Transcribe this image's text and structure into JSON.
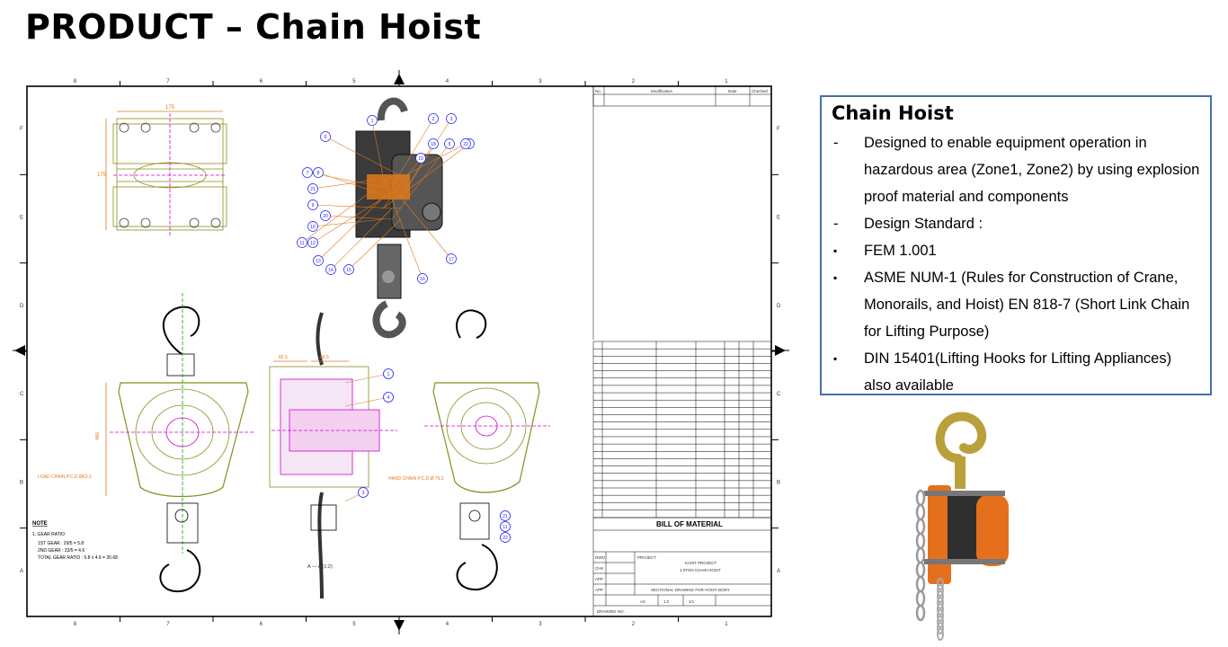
{
  "page": {
    "title": "PRODUCT – Chain Hoist"
  },
  "drawing": {
    "zone_numbers_top": [
      "8",
      "7",
      "6",
      "5",
      "4",
      "3",
      "2",
      "1"
    ],
    "zone_letters_left": [
      "F",
      "E",
      "D",
      "C",
      "B",
      "A"
    ],
    "dims": {
      "top_width": "175",
      "left_height": "175",
      "front_height": "485",
      "side_left": "82.5",
      "side_right": "66.5"
    },
    "callouts_hoist": [
      "1",
      "2",
      "3",
      "4",
      "5",
      "6",
      "7",
      "8",
      "9",
      "10",
      "11",
      "12",
      "13",
      "14",
      "15",
      "16",
      "17",
      "18",
      "19",
      "20",
      "21",
      "22"
    ],
    "labels": {
      "load_chain": "LOAD CHAIN P.C.D Ø63.3",
      "hand_chain": "HAND CHAIN P.C.D Ø 79.2",
      "section": "A — A (1:2)"
    },
    "note": {
      "heading": "NOTE",
      "lines": [
        "1. GEAR RATIO",
        "1ST GEAR : 29/5 = 5.8",
        "2ND GEAR : 23/5 = 4.6",
        "TOTAL GEAR RATIO : 5.8 x 4.6 = 26.68"
      ]
    },
    "title_block": {
      "bom_heading": "BILL OF MATERIAL",
      "project_label": "PROJECT",
      "project_name": "KAIST PROJECT",
      "project_sub": "1.0TON CHAIN HOIST",
      "drawing_title": "SECTIONAL DRAWING FOR HOIST BODY",
      "row_labels": [
        "DWN",
        "CHK",
        "APP",
        "APP"
      ],
      "scale": "1:2",
      "sheet": "1/1",
      "size": "A3",
      "dwg_no": "DRAWING NO."
    },
    "revision_header": {
      "no": "No.",
      "desc": "Modification",
      "date": "Date",
      "chk": "Checked"
    }
  },
  "info": {
    "title": "Chain Hoist",
    "items": [
      {
        "marker": "-",
        "type": "dash",
        "text": "Designed to enable equipment operation in hazardous area (Zone1, Zone2) by using explosion proof material and components"
      },
      {
        "marker": "-",
        "type": "dash",
        "text": "Design Standard :"
      },
      {
        "marker": "▪",
        "type": "sq",
        "text": "FEM 1.001"
      },
      {
        "marker": "▪",
        "type": "sq",
        "text": "ASME NUM-1 (Rules for Construction of Crane, Monorails, and Hoist) EN 818-7 (Short Link Chain for Lifting Purpose)"
      },
      {
        "marker": "▪",
        "type": "sq",
        "text": "DIN 15401(Lifting Hooks for Lifting Appliances) also available"
      }
    ]
  },
  "colors": {
    "frame": "#000000",
    "accent_box": "#4a6fa5",
    "cad_yellow": "#8c8c1e",
    "cad_magenta": "#d400d4",
    "cad_orange": "#e07a1c",
    "cad_blue": "#1a1aff",
    "hoist_orange": "#e4701e"
  }
}
